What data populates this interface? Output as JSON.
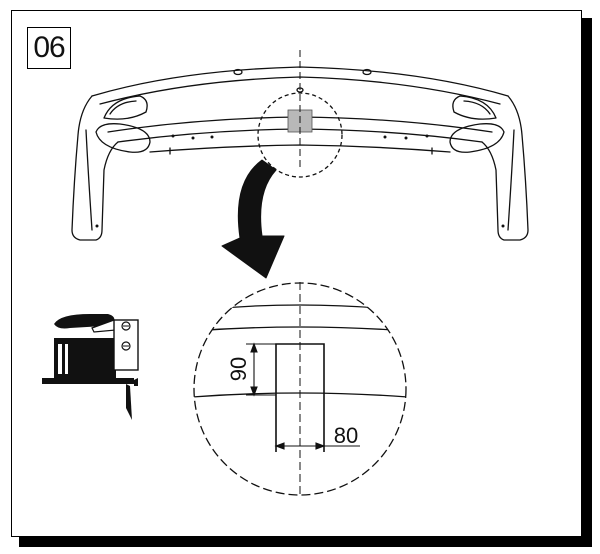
{
  "step": {
    "number": "06"
  },
  "dimensions": {
    "height_value": "90",
    "width_value": "80"
  },
  "icons": {
    "tool": "jigsaw-icon",
    "arrow": "curved-arrow-icon"
  },
  "colors": {
    "line": "#111111",
    "cutout_fill": "#b8b8b8",
    "tool_dark": "#111111"
  }
}
